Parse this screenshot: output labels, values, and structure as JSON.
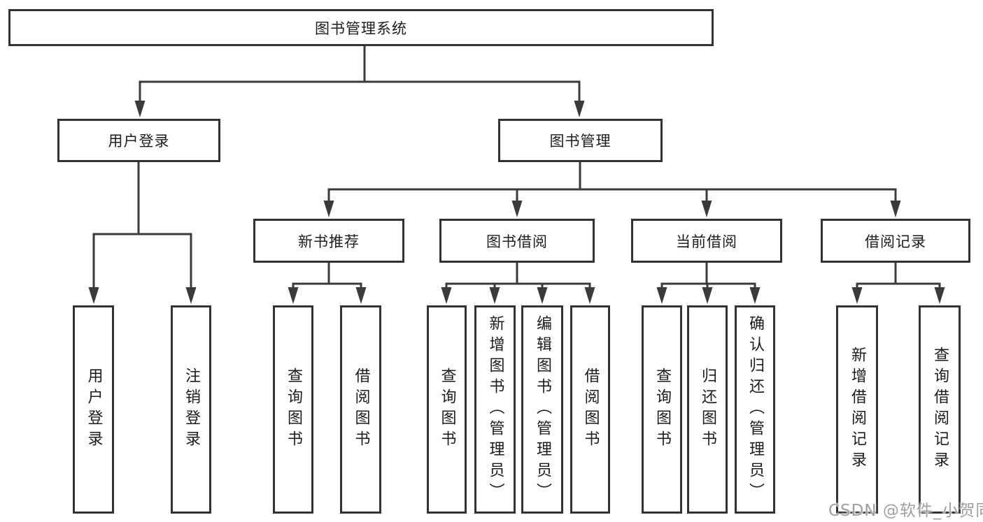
{
  "diagram": {
    "root": {
      "label": "图书管理系统"
    },
    "level2": [
      {
        "id": "user-login",
        "label": "用户登录"
      },
      {
        "id": "book-management",
        "label": "图书管理"
      }
    ],
    "level3": [
      {
        "id": "new-book-recommend",
        "parent": "book-management",
        "label": "新书推荐"
      },
      {
        "id": "book-borrowing",
        "parent": "book-management",
        "label": "图书借阅"
      },
      {
        "id": "current-borrowing",
        "parent": "book-management",
        "label": "当前借阅"
      },
      {
        "id": "borrowing-records",
        "parent": "book-management",
        "label": "借阅记录"
      }
    ],
    "leaves": [
      {
        "parent": "user-login",
        "label": "用户登录"
      },
      {
        "parent": "user-login",
        "label": "注销登录"
      },
      {
        "parent": "new-book-recommend",
        "label": "查询图书"
      },
      {
        "parent": "new-book-recommend",
        "label": "借阅图书"
      },
      {
        "parent": "book-borrowing",
        "label": "查询图书"
      },
      {
        "parent": "book-borrowing",
        "label": "新增图书（管理员）"
      },
      {
        "parent": "book-borrowing",
        "label": "编辑图书（管理员）"
      },
      {
        "parent": "book-borrowing",
        "label": "借阅图书"
      },
      {
        "parent": "current-borrowing",
        "label": "查询图书"
      },
      {
        "parent": "current-borrowing",
        "label": "归还图书"
      },
      {
        "parent": "current-borrowing",
        "label": "确认归还（管理员）"
      },
      {
        "parent": "borrowing-records",
        "label": "新增借阅记录"
      },
      {
        "parent": "borrowing-records",
        "label": "查询借阅记录"
      }
    ]
  },
  "watermark": {
    "text": "CSDN @软件_小贺同学"
  },
  "colors": {
    "background": "#ffffff",
    "line": "#3a3a3a",
    "border": "#333333",
    "text": "#1c1c1c",
    "watermark": "#9f9f9f"
  }
}
